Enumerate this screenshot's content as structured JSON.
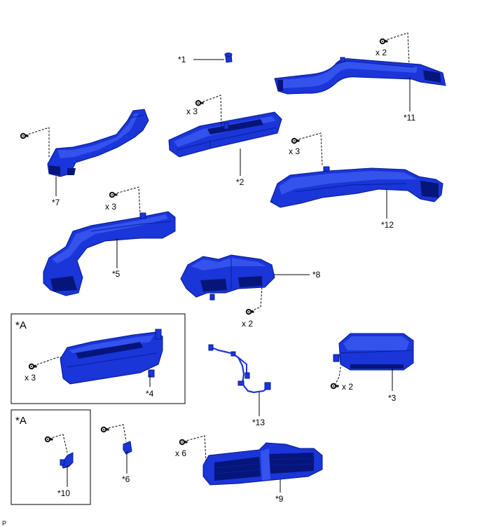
{
  "corner_code": "P",
  "parts": [
    {
      "key": "p1",
      "label": "*1"
    },
    {
      "key": "p2",
      "label": "*2",
      "qty": "x 3"
    },
    {
      "key": "p3",
      "label": "*3",
      "qty": "x 2"
    },
    {
      "key": "p4",
      "label": "*4",
      "qty": "x 3"
    },
    {
      "key": "p5",
      "label": "*5",
      "qty": "x 3"
    },
    {
      "key": "p6",
      "label": "*6"
    },
    {
      "key": "p7",
      "label": "*7"
    },
    {
      "key": "p8",
      "label": "*8",
      "qty": "x 2"
    },
    {
      "key": "p9",
      "label": "*9",
      "qty": "x 6"
    },
    {
      "key": "p10",
      "label": "*10"
    },
    {
      "key": "p11",
      "label": "*11",
      "qty": "x 2"
    },
    {
      "key": "p12",
      "label": "*12",
      "qty": "x 3"
    },
    {
      "key": "p13",
      "label": "*13"
    }
  ],
  "boxes": [
    {
      "key": "boxA1",
      "label": "*A"
    },
    {
      "key": "boxA2",
      "label": "*A"
    }
  ]
}
